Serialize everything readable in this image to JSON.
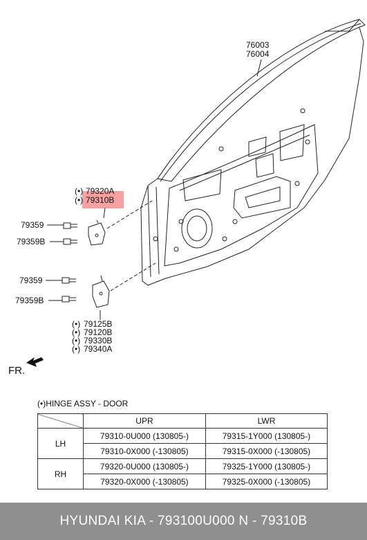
{
  "parts": {
    "door_panel_1": "76003",
    "door_panel_2": "76004",
    "upper_bullet_1": "(•)",
    "upper_hinge_a": "79320A",
    "upper_bullet_2": "(•)",
    "upper_hinge_b": "79310B",
    "bolt_upper_1": "79359",
    "bolt_upper_2": "79359B",
    "bolt_lower_1": "79359",
    "bolt_lower_2": "79359B",
    "lower_list": [
      {
        "bullet": "(•)",
        "code": "79125B"
      },
      {
        "bullet": "(•)",
        "code": "79120B"
      },
      {
        "bullet": "(•)",
        "code": "79330B"
      },
      {
        "bullet": "(•)",
        "code": "79340A"
      }
    ]
  },
  "front_label": "FR.",
  "highlight_color": "#f06464",
  "table_title": "(•)HINGE ASSY - DOOR",
  "table": {
    "headers": [
      "UPR",
      "LWR"
    ],
    "rows": [
      {
        "side": "LH",
        "upr": [
          "79310-0U000 (130805-)",
          "79310-0X000 (-130805)"
        ],
        "lwr": [
          "79315-1Y000 (130805-)",
          "79315-0X000 (-130805)"
        ]
      },
      {
        "side": "RH",
        "upr": [
          "79320-0U000 (130805-)",
          "79320-0X000 (-130805)"
        ],
        "lwr": [
          "79325-1Y000 (130805-)",
          "79325-0X000 (-130805)"
        ]
      }
    ]
  },
  "footer": "HYUNDAI  KIA - 793100U000     N - 79310B"
}
